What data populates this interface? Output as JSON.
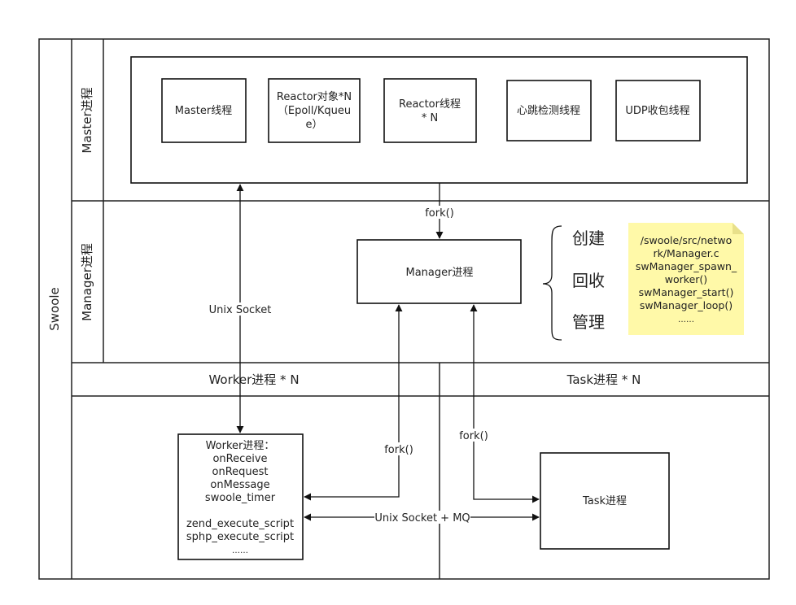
{
  "swoole_label": "Swoole",
  "master_section": {
    "label": "Master进程",
    "boxes": [
      {
        "lines": [
          "Master线程"
        ]
      },
      {
        "lines": [
          "Reactor对象*N",
          "（Epoll/Kqueu",
          "e）"
        ]
      },
      {
        "lines": [
          "Reactor线程",
          "* N"
        ]
      },
      {
        "lines": [
          "心跳检测线程"
        ]
      },
      {
        "lines": [
          "UDP收包线程"
        ]
      }
    ]
  },
  "manager_section": {
    "label": "Manager进程",
    "box": "Manager进程",
    "fork_label": "fork()",
    "brace_items": [
      "创建",
      "回收",
      "管理"
    ],
    "note_lines": [
      "/swoole/src/netwo",
      "rk/Manager.c",
      "swManager_spawn_",
      "worker()",
      "swManager_start()",
      "swManager_loop()",
      "……"
    ]
  },
  "unix_socket_label": "Unix Socket",
  "worker_section": {
    "header": "Worker进程 * N",
    "box_lines": [
      "Worker进程：",
      "onReceive",
      "onRequest",
      "onMessage",
      "swoole_timer",
      "",
      "zend_execute_script",
      "sphp_execute_script",
      "……"
    ],
    "fork_label": "fork()"
  },
  "task_section": {
    "header": "Task进程 * N",
    "box": "Task进程",
    "fork_label": "fork()"
  },
  "ipc_label": "Unix Socket + MQ",
  "colors": {
    "note_fill": "#fff9a8",
    "note_fold": "#e8e08a",
    "line": "#111111"
  }
}
